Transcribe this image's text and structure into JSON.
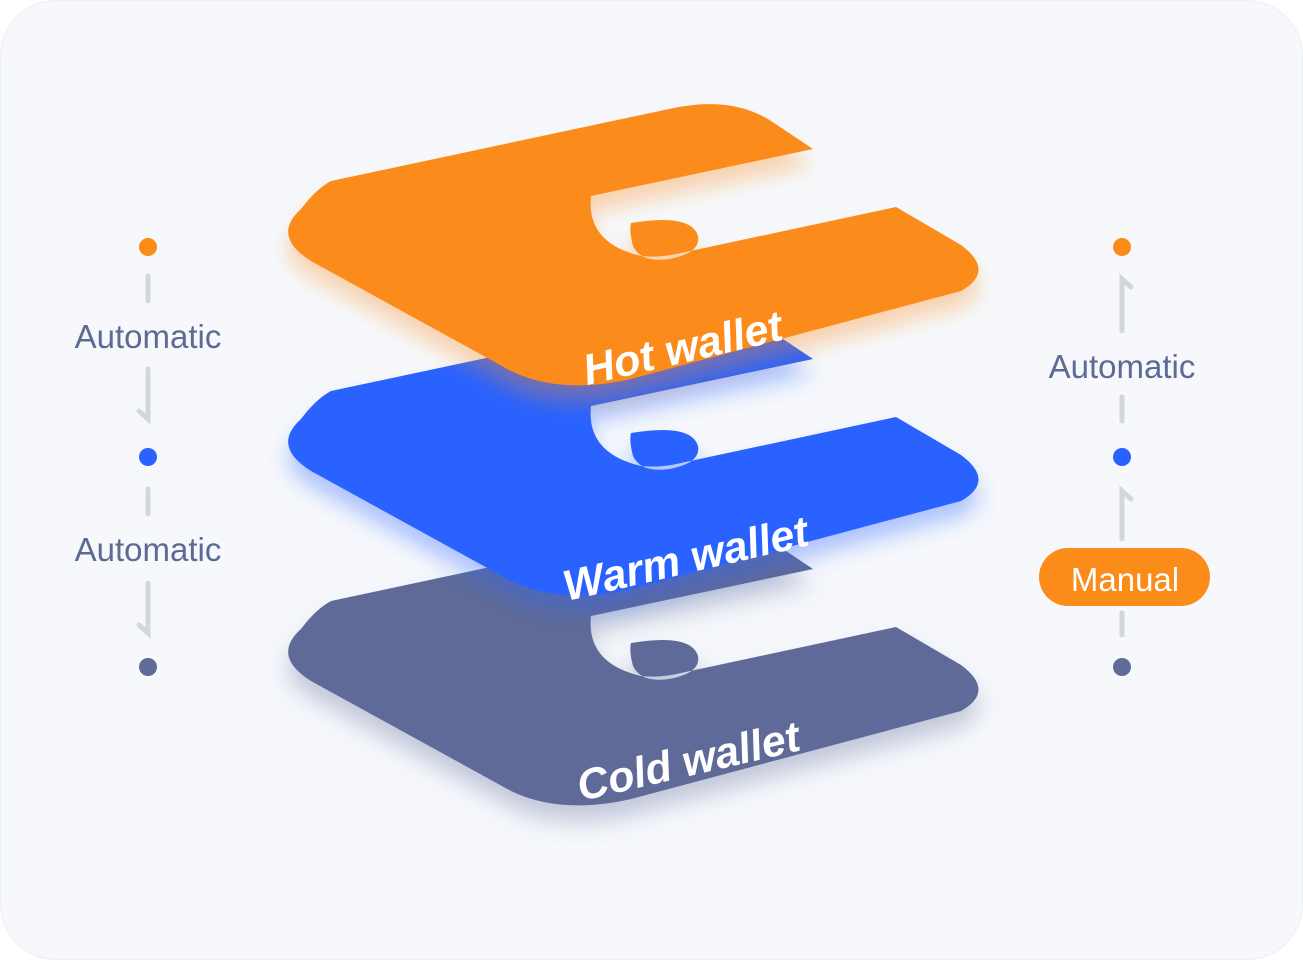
{
  "wallets": [
    {
      "label": "Hot wallet",
      "color": "#fb8c1a"
    },
    {
      "label": "Warm wallet",
      "color": "#2962ff"
    },
    {
      "label": "Cold wallet",
      "color": "#5f6b98"
    }
  ],
  "left_flow": {
    "labels": [
      "Automatic",
      "Automatic"
    ]
  },
  "right_flow": {
    "top_label": "Automatic",
    "bottom_label": "Manual"
  },
  "colors": {
    "label_text": "#5d6b94",
    "connector": "#d3d6dd",
    "background": "#f6f8fc"
  }
}
